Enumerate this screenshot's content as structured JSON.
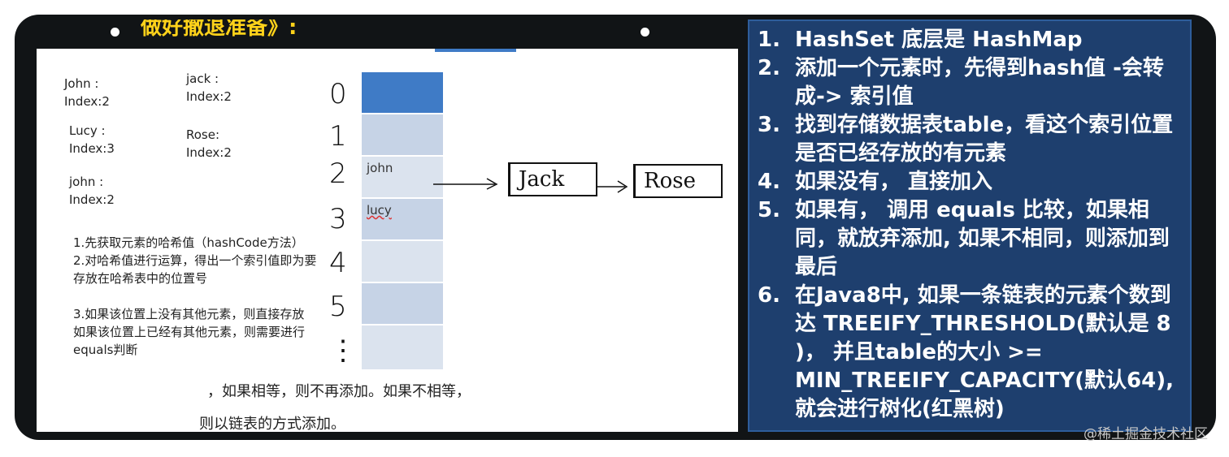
{
  "top_title": "做好撤退准备》:",
  "labels": [
    {
      "name": "John :",
      "index": "Index:2"
    },
    {
      "name": "jack :",
      "index": "Index:2"
    },
    {
      "name": "Lucy :",
      "index": "Index:3"
    },
    {
      "name": "Rose:",
      "index": "Index:2"
    },
    {
      "name": "john :",
      "index": "Index:2"
    }
  ],
  "table": {
    "indices": [
      "0",
      "1",
      "2",
      "3",
      "4",
      "5",
      "⋮"
    ],
    "cells": [
      "",
      "",
      "john",
      "lucy",
      "",
      "",
      ""
    ],
    "nodes": [
      "Jack",
      "Rose"
    ]
  },
  "steps": [
    "1.先获取元素的哈希值（hashCode方法）",
    "2.对哈希值进行运算，得出一个索引值即为要存放在哈希表中的位置号",
    "3.如果该位置上没有其他元素，则直接存放",
    "如果该位置上已经有其他元素，则需要进行equals判断"
  ],
  "tail_line1": "，如果相等，则不再添加。如果不相等，",
  "tail_line2": "则以链表的方式添加。",
  "panel_items": [
    {
      "num": "1.",
      "text": "HashSet 底层是 HashMap"
    },
    {
      "num": "2.",
      "text": "添加一个元素时，先得到hash值 -会转成-> 索引值"
    },
    {
      "num": "3.",
      "text": "找到存储数据表table，看这个索引位置是否已经存放的有元素"
    },
    {
      "num": "4.",
      "text": "如果没有， 直接加入"
    },
    {
      "num": "5.",
      "text": "如果有， 调用 equals 比较，如果相同，就放弃添加, 如果不相同，则添加到最后"
    },
    {
      "num": "6.",
      "text": "在Java8中, 如果一条链表的元素个数到达 TREEIFY_THRESHOLD(默认是 8 )， 并且table的大小 >= MIN_TREEIFY_CAPACITY(默认64), 就会进行树化(红黑树)"
    }
  ],
  "watermark": "@稀土掘金技术社区",
  "colors": {
    "frame": "#111416",
    "title": "#ffd21a",
    "panel": "#1e3f6e",
    "cell_top": "#3f7bc6",
    "cell_light": "#dbe3ee",
    "cell_mid": "#c6d3e6"
  }
}
